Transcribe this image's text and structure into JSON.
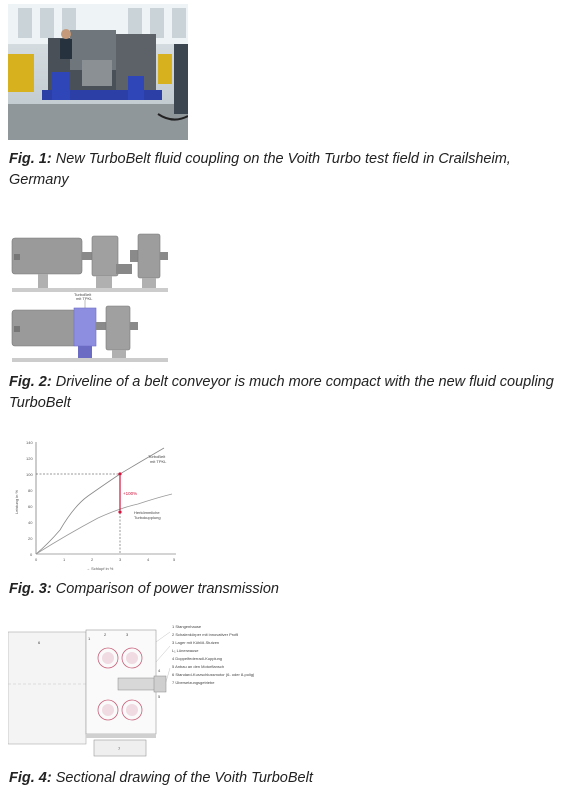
{
  "figures": [
    {
      "label": "Fig. 1:",
      "caption": "New TurboBelt fluid coupling on the Voith Turbo test field in Crailsheim, Germany"
    },
    {
      "label": "Fig. 2:",
      "caption": "Driveline of a belt conveyor is much more compact with the new fluid coupling TurboBelt"
    },
    {
      "label": "Fig. 3:",
      "caption": "Comparison of power transmission"
    },
    {
      "label": "Fig. 4:",
      "caption": "Sectional drawing of the Voith TurboBelt"
    }
  ],
  "fig3": {
    "yticks": [
      "140",
      "120",
      "100",
      "80",
      "60",
      "40",
      "20",
      "0"
    ],
    "xticks": [
      "0",
      "1",
      "2",
      "3",
      "4",
      "5"
    ],
    "ylabel": "Leistung in %",
    "xlabel": "→ Schlupf in %",
    "series_a": "TurboBelt\nmit TPKL",
    "series_b": "Herkömmliche\nTurbokupplung",
    "gain_label": "+100%"
  },
  "fig2": {
    "tag": "TurboBelt\nmit TPKL"
  },
  "fig4": {
    "legend": [
      "1  Stangenhause",
      "2  Schalenkörper mit innovativer Profil",
      "3  Lager mit Kühlöl-Stutzen",
      "   L₁ Lünerwause",
      "4  Doppelfederradl-Kupplung",
      "5  Anbau an den Motorflansch",
      "6  Standard-Kurzschlussmotor (6- oder 8-polig)",
      "7  Übersetzungsgetriebe"
    ]
  }
}
